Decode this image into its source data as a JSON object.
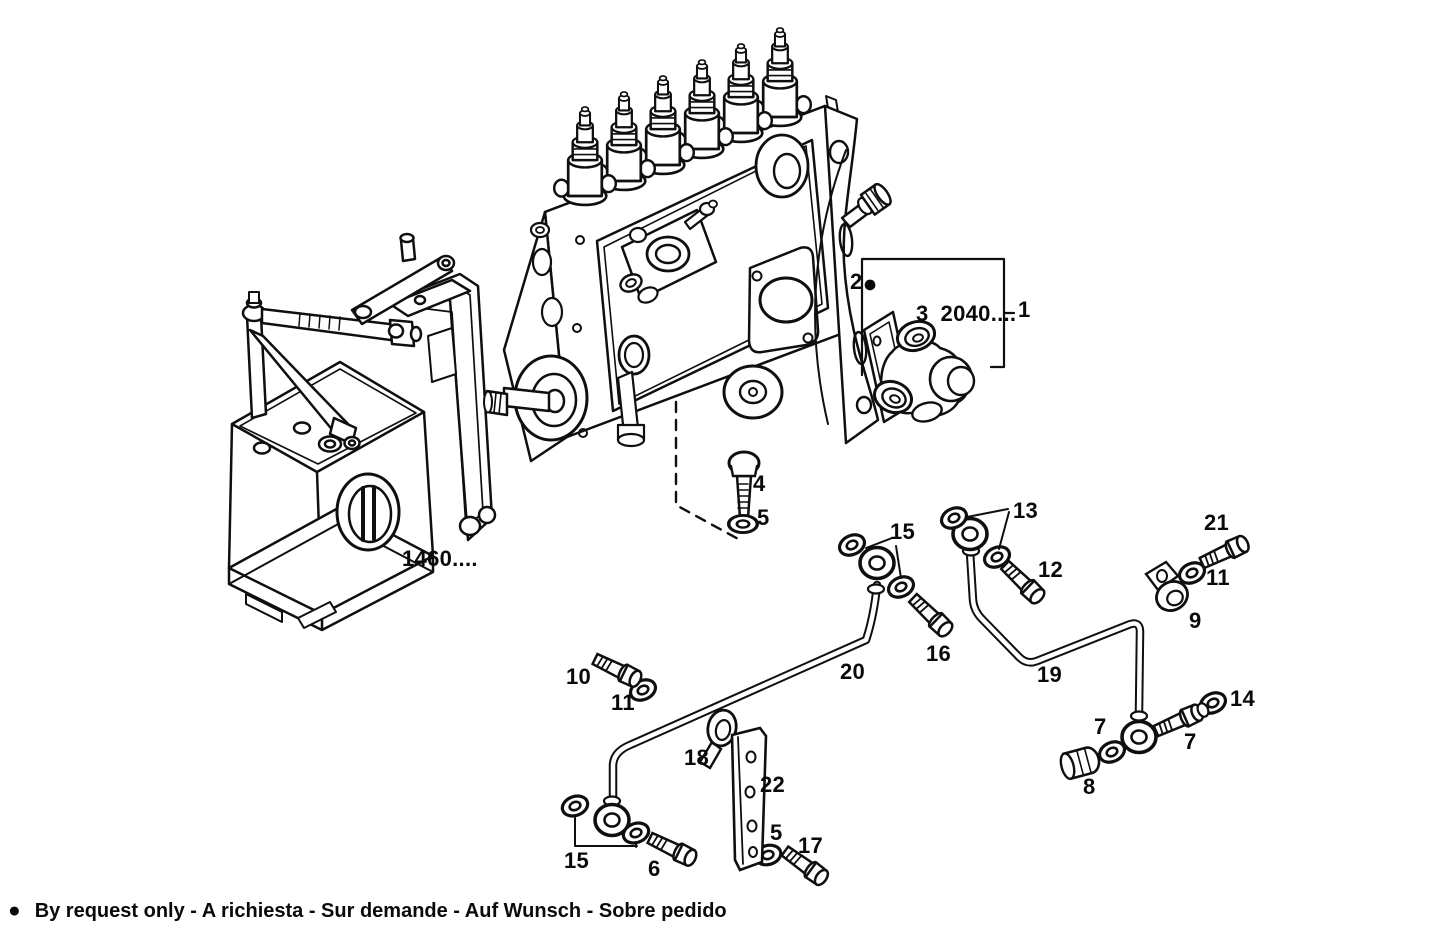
{
  "figure": {
    "kind": "exploded-parts-diagram",
    "subject": "fuel injection pump with governor, overflow valve and fuel return pipes"
  },
  "callouts": {
    "n1": "1",
    "n2": "2",
    "n2_flag": "●",
    "n3": "3",
    "n3_ref": "2040....",
    "n4": "4",
    "n5a": "5",
    "n5b": "5",
    "n6": "6",
    "n7a": "7",
    "n7b": "7",
    "n8": "8",
    "n9": "9",
    "n10": "10",
    "n11a": "11",
    "n11b": "11",
    "n12": "12",
    "n13": "13",
    "n14": "14",
    "n15a": "15",
    "n15b": "15",
    "n16": "16",
    "n17": "17",
    "n18": "18",
    "n19": "19",
    "n20": "20",
    "n21": "21",
    "n22": "22",
    "governor_ref": "1460...."
  },
  "legend": {
    "marker": "●",
    "text": "By request only - A richiesta - Sur demande - Auf Wunsch - Sobre pedido"
  },
  "colors": {
    "ink": "#0f0f0f",
    "paper": "#ffffff"
  }
}
